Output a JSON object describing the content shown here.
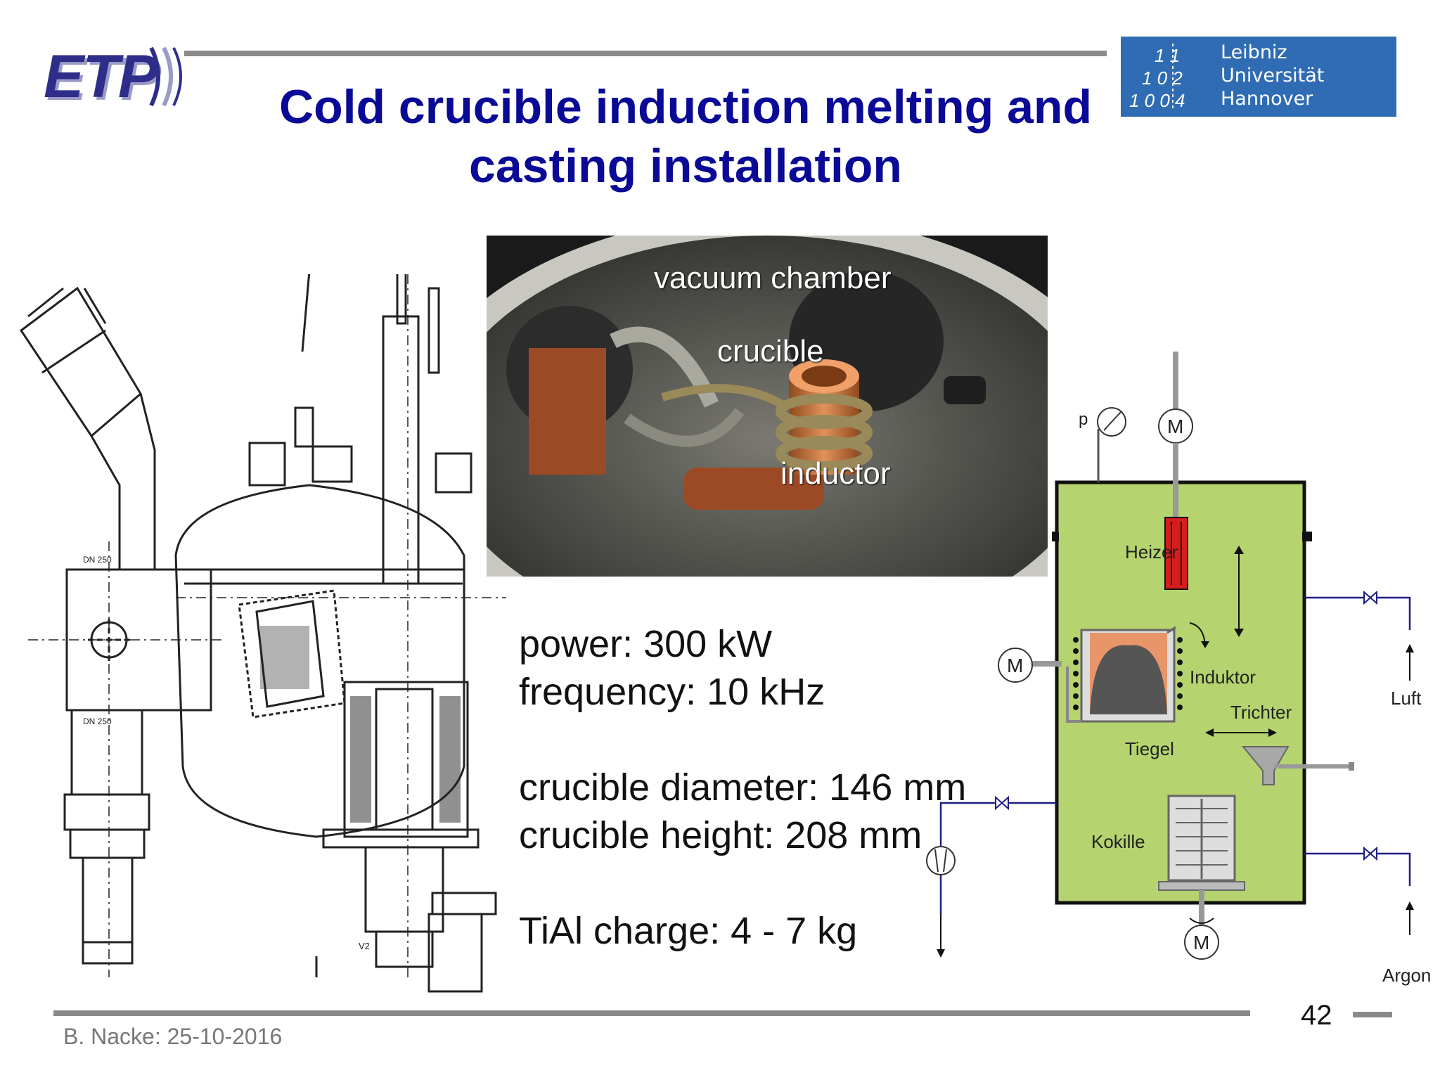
{
  "header": {
    "logo_text": "ETP",
    "title_line1": "Cold crucible induction melting and",
    "title_line2": "casting installation",
    "university_logo_lines": [
      "Leibniz",
      "Universität",
      "Hannover"
    ],
    "university_mark": [
      "1 1",
      "1 0 2",
      "1 0 0 4"
    ]
  },
  "photo": {
    "labels": {
      "vacuum_chamber": "vacuum chamber",
      "crucible": "crucible",
      "inductor": "inductor"
    }
  },
  "specs": {
    "power": "power: 300 kW",
    "frequency": "frequency: 10 kHz",
    "diameter": "crucible diameter: 146 mm",
    "height": "crucible height: 208 mm",
    "charge": "TiAl charge: 4 - 7 kg"
  },
  "schematic": {
    "p": "p",
    "motor": "M",
    "heizer": "Heizer",
    "induktor": "Induktor",
    "trichter": "Trichter",
    "tiegel": "Tiegel",
    "kokille": "Kokille",
    "luft": "Luft",
    "argon": "Argon",
    "colors": {
      "chamber": "#b5d46f",
      "heater": "#d41e1e",
      "melt": "#e8956a",
      "charge": "#555555",
      "pipes": "#1e1e82"
    }
  },
  "drawing": {
    "label_dn250": "DN 250",
    "label_vent": "V2"
  },
  "footer": {
    "author_date": "B. Nacke: 25-10-2016",
    "page_number": "42"
  }
}
